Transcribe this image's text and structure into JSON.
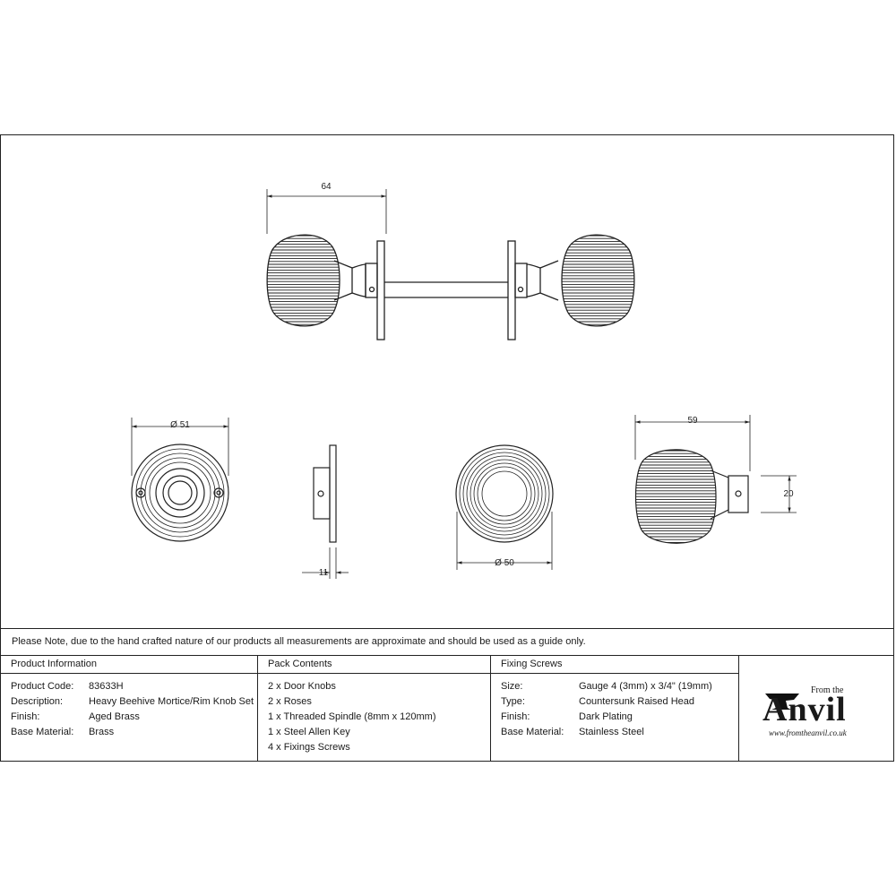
{
  "drawing": {
    "dims": {
      "spindle_knob_length": "64",
      "rose_diameter": "Ø 51",
      "rose_depth": "11",
      "knob_face_diameter": "Ø 50",
      "knob_length": "59",
      "neck_diameter": "20"
    }
  },
  "note": "Please Note, due to the hand crafted nature of our products all measurements are approximate and should be used as a guide only.",
  "product_information": {
    "heading": "Product Information",
    "rows": [
      {
        "label": "Product Code:",
        "value": "83633H"
      },
      {
        "label": "Description:",
        "value": "Heavy Beehive Mortice/Rim Knob Set"
      },
      {
        "label": "Finish:",
        "value": "Aged Brass"
      },
      {
        "label": "Base Material:",
        "value": "Brass"
      }
    ]
  },
  "pack_contents": {
    "heading": "Pack Contents",
    "items": [
      "2 x Door Knobs",
      "2 x Roses",
      "1 x Threaded Spindle (8mm x 120mm)",
      "1 x Steel Allen Key",
      "4 x Fixings Screws"
    ]
  },
  "fixing_screws": {
    "heading": "Fixing Screws",
    "rows": [
      {
        "label": "Size:",
        "value": "Gauge 4 (3mm) x 3/4\" (19mm)"
      },
      {
        "label": "Type:",
        "value": "Countersunk Raised Head"
      },
      {
        "label": "Finish:",
        "value": "Dark Plating"
      },
      {
        "label": "Base Material:",
        "value": "Stainless Steel"
      }
    ]
  },
  "logo": {
    "from_text": "From the",
    "word": "Anvil",
    "url": "www.fromtheanvil.co.uk",
    "icon": "anvil-icon"
  }
}
